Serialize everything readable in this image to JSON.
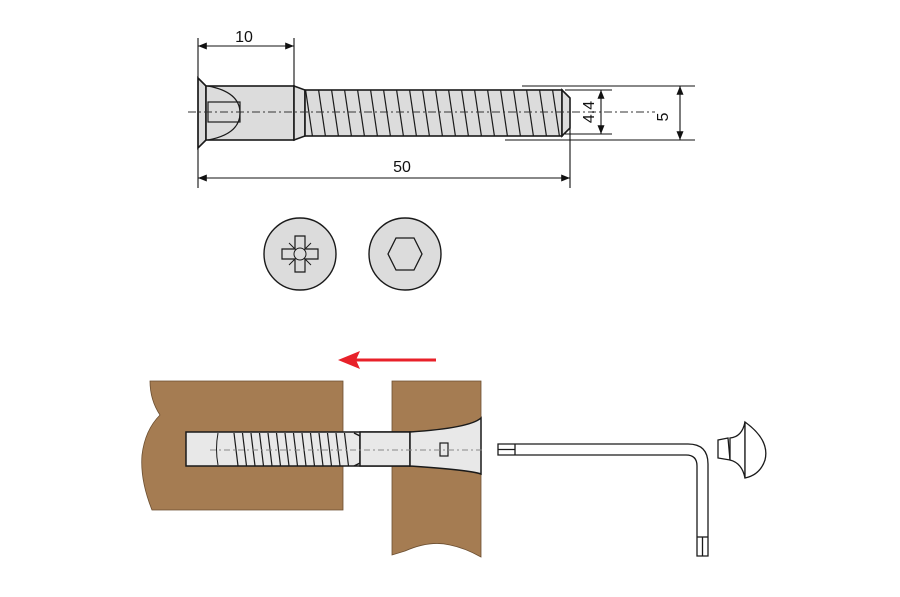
{
  "dimensions": {
    "head_length": "10",
    "total_length": "50",
    "core_diameter": "4.4",
    "thread_diameter": "5"
  },
  "colors": {
    "wood": "#a57c52",
    "metal": "#dcdcdc",
    "arrow": "#e8212a",
    "line": "#1a1a1a"
  }
}
